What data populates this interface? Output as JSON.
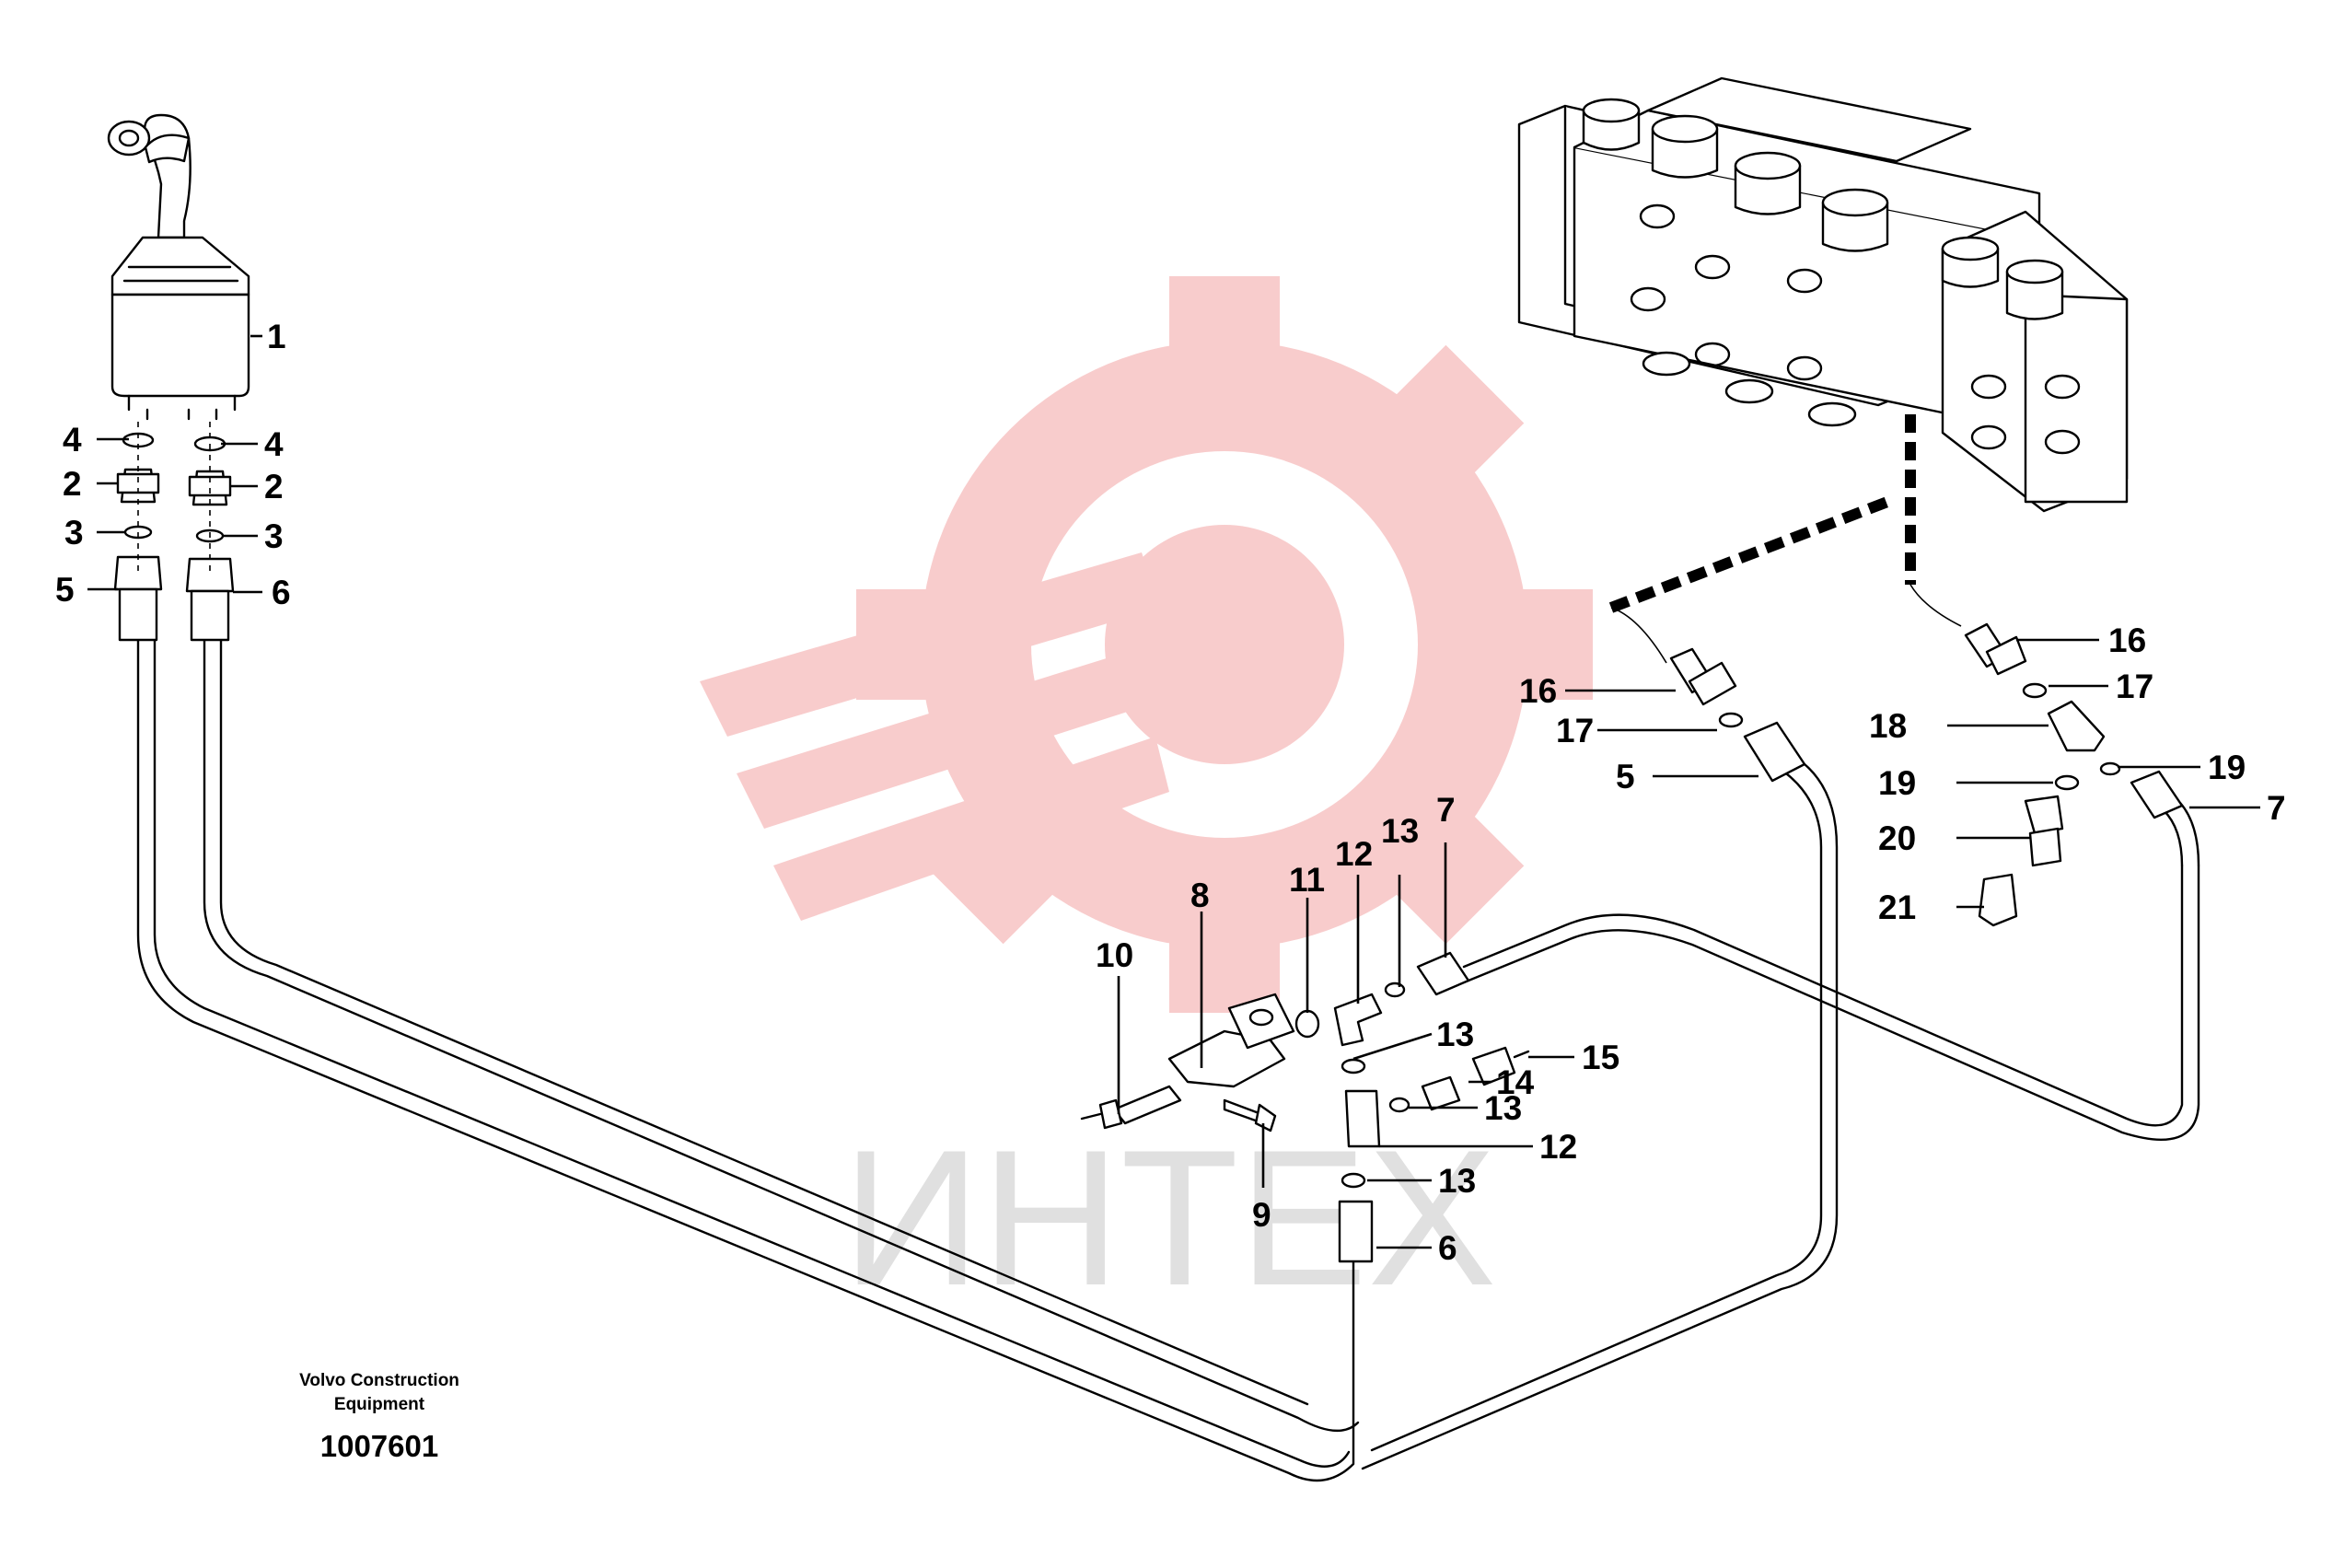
{
  "watermark": {
    "text": "ИНТЕХ",
    "gear_color": "#f2a3a3",
    "text_color": "#d9d9d9"
  },
  "footer": {
    "brand_line1": "Volvo Construction",
    "brand_line2": "Equipment",
    "drawing_number": "1007601"
  },
  "callouts": [
    {
      "id": "c1",
      "label": "1"
    },
    {
      "id": "c4a",
      "label": "4"
    },
    {
      "id": "c4b",
      "label": "4"
    },
    {
      "id": "c2a",
      "label": "2"
    },
    {
      "id": "c2b",
      "label": "2"
    },
    {
      "id": "c3a",
      "label": "3"
    },
    {
      "id": "c3b",
      "label": "3"
    },
    {
      "id": "c5a",
      "label": "5"
    },
    {
      "id": "c6a",
      "label": "6"
    },
    {
      "id": "c16a",
      "label": "16"
    },
    {
      "id": "c17a",
      "label": "17"
    },
    {
      "id": "c5b",
      "label": "5"
    },
    {
      "id": "c16b",
      "label": "16"
    },
    {
      "id": "c17b",
      "label": "17"
    },
    {
      "id": "c18",
      "label": "18"
    },
    {
      "id": "c19a",
      "label": "19"
    },
    {
      "id": "c19b",
      "label": "19"
    },
    {
      "id": "c20",
      "label": "20"
    },
    {
      "id": "c7a",
      "label": "7"
    },
    {
      "id": "c21",
      "label": "21"
    },
    {
      "id": "c10",
      "label": "10"
    },
    {
      "id": "c8",
      "label": "8"
    },
    {
      "id": "c11",
      "label": "11"
    },
    {
      "id": "c12a",
      "label": "12"
    },
    {
      "id": "c13a",
      "label": "13"
    },
    {
      "id": "c7b",
      "label": "7"
    },
    {
      "id": "c13b",
      "label": "13"
    },
    {
      "id": "c15",
      "label": "15"
    },
    {
      "id": "c14",
      "label": "14"
    },
    {
      "id": "c13c",
      "label": "13"
    },
    {
      "id": "c12b",
      "label": "12"
    },
    {
      "id": "c13d",
      "label": "13"
    },
    {
      "id": "c9",
      "label": "9"
    },
    {
      "id": "c6b",
      "label": "6"
    }
  ]
}
